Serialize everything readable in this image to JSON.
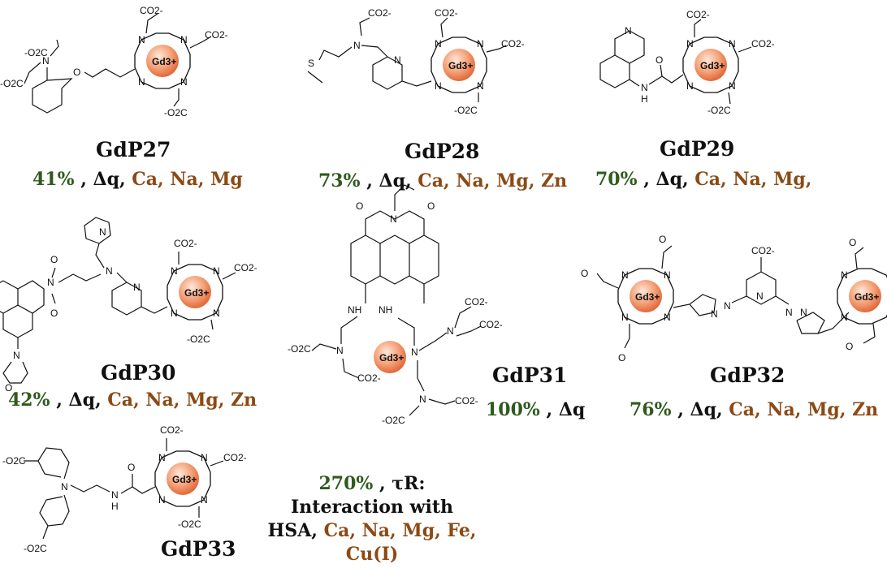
{
  "colors": {
    "percent": "#2f5a1e",
    "ions": "#8b4a14",
    "text": "#111111",
    "gd_sphere_center": "#fde0d0",
    "gd_sphere_edge": "#e8703f"
  },
  "gd_label": "Gd3+",
  "atom_labels": {
    "co2": "CO2-",
    "o2c": "-O2C",
    "n": "N",
    "s": "S",
    "o": "O",
    "nh": "NH",
    "h": "H"
  },
  "compounds": [
    {
      "id": "gdp27",
      "name": "GdP27",
      "percent": "41%",
      "sep": " , ",
      "props": "Δq, ",
      "ions": "Ca, Na, Mg"
    },
    {
      "id": "gdp28",
      "name": "GdP28",
      "percent": "73%",
      "sep": " , ",
      "props": "Δq, ",
      "ions": "Ca, Na, Mg, Zn"
    },
    {
      "id": "gdp29",
      "name": "GdP29",
      "percent": "70%",
      "sep": " , ",
      "props": "Δq, ",
      "ions": "Ca, Na, Mg,"
    },
    {
      "id": "gdp30",
      "name": "GdP30",
      "percent": "42%",
      "sep": " , ",
      "props": "Δq, ",
      "ions": "Ca, Na, Mg, Zn"
    },
    {
      "id": "gdp31",
      "name": "GdP31",
      "percent": "100%",
      "sep": " , ",
      "props": "Δq",
      "ions": ""
    },
    {
      "id": "gdp32",
      "name": "GdP32",
      "percent": "76%",
      "sep": " , ",
      "props": "Δq, ",
      "ions": "Ca, Na, Mg, Zn"
    },
    {
      "id": "gdp33",
      "name": "GdP33",
      "percent": "270%",
      "sep": " , ",
      "props": "τR: Interaction with HSA, ",
      "ions": "Ca, Na, Mg, Fe, Cu(I)"
    }
  ]
}
